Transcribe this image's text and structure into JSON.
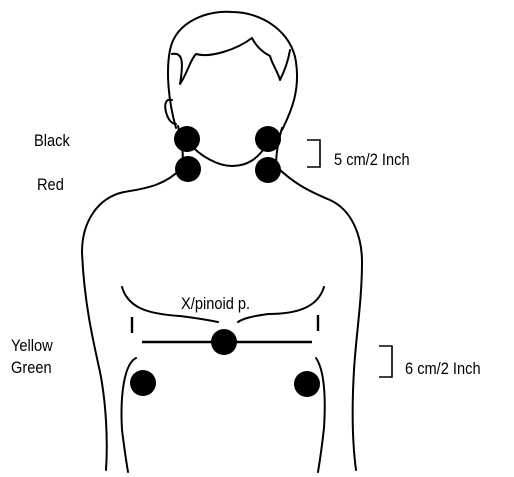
{
  "labels": {
    "black": "Black",
    "red": "Red",
    "yellow": "Yellow",
    "green": "Green",
    "neck_spacing": "5 cm/2 Inch",
    "chest_spacing": "6 cm/2 Inch",
    "xiphoid": "X/pinoid p."
  },
  "colors": {
    "line": "#000000",
    "electrode": "#000000",
    "background": "#ffffff"
  }
}
